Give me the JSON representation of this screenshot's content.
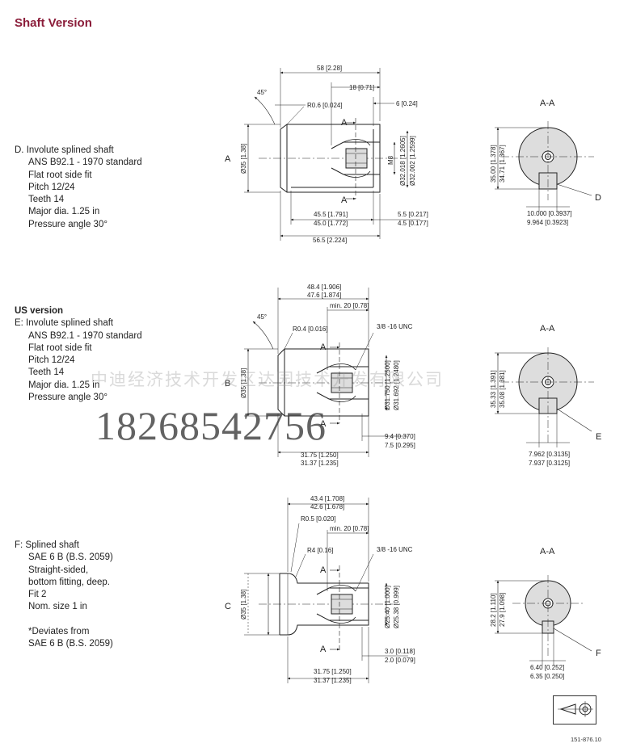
{
  "title": "Shaft Version",
  "spec_d": {
    "first": "D.  Involute splined shaft",
    "lines": [
      "ANS B92.1 - 1970 standard",
      "Flat root side fit",
      "Pitch 12/24",
      "Teeth 14",
      "Major dia. 1.25 in",
      "Pressure angle 30°"
    ]
  },
  "spec_e": {
    "header": "US version",
    "first": "E:  Involute splined shaft",
    "lines": [
      "ANS B92.1 - 1970 standard",
      "Flat root side fit",
      "Pitch 12/24",
      "Teeth 14",
      "Major dia. 1.25 in",
      "Pressure angle 30°"
    ]
  },
  "spec_f": {
    "first": "F:  Splined shaft",
    "lines": [
      "SAE 6 B (B.S. 2059)",
      "Straight-sided,",
      "bottom fitting, deep.",
      "Fit 2",
      "Nom. size 1 in",
      "",
      "*Deviates from",
      "SAE 6 B (B.S. 2059)"
    ]
  },
  "d": {
    "letter": "A",
    "section": "A-A",
    "dims": [
      "58 [2.28]",
      "18 [0.71]",
      "6 [0.24]",
      "R0.6 [0.024]",
      "45°",
      "Ø35 [1.38]",
      "M8",
      "Ø32.018 [1.2605]",
      "Ø32.002 [1.2599]",
      "45.5 [1.791]",
      "45.0 [1.772]",
      "5.5 [0.217]",
      "4.5 [0.177]",
      "56.5 [2.224]",
      "A",
      "A",
      "35.00 [1.378]",
      "34.71 [1.367]",
      "10.000 [0.3937]",
      "9.964 [0.3923]",
      "D"
    ]
  },
  "e": {
    "letter": "B",
    "section": "A-A",
    "dims": [
      "48.4 [1.906]",
      "47.6 [1.874]",
      "min. 20 [0.78]",
      "R0.4 [0.016]",
      "45°",
      "3/8 -16 UNC",
      "Ø35 [1.38]",
      "Ø31.750 [1.2500]",
      "Ø31.692 [1.2480]",
      "9.4 [0.370]",
      "7.5 [0.295]",
      "31.75 [1.250]",
      "31.37 [1.235]",
      "A",
      "A",
      "35.33 [1.391]",
      "35.08 [1.381]",
      "7.962 [0.3135]",
      "7.937 [0.3125]",
      "E"
    ]
  },
  "f": {
    "letter": "C",
    "section": "A-A",
    "dims": [
      "43.4 [1.708]",
      "42.6 [1.678]",
      "R0.5 [0.020]",
      "min. 20 [0.78]",
      "R4 [0.16]",
      "3/8 -16 UNC",
      "Ø35 [1.38]",
      "Ø25.40 [1.000]",
      "Ø25.38 [0.999]",
      "3.0 [0.118]",
      "2.0 [0.079]",
      "31.75 [1.250]",
      "31.37 [1.235]",
      "A",
      "A",
      "28.2 [1.110]",
      "27.9 [1.098]",
      "6.40 [0.252]",
      "6.35 [0.250]",
      "F"
    ]
  },
  "watermark_phone": "18268542756",
  "watermark_company": "中迪经济技术开发区达园技术开发有限公司",
  "drawing_code": "151-876.10"
}
